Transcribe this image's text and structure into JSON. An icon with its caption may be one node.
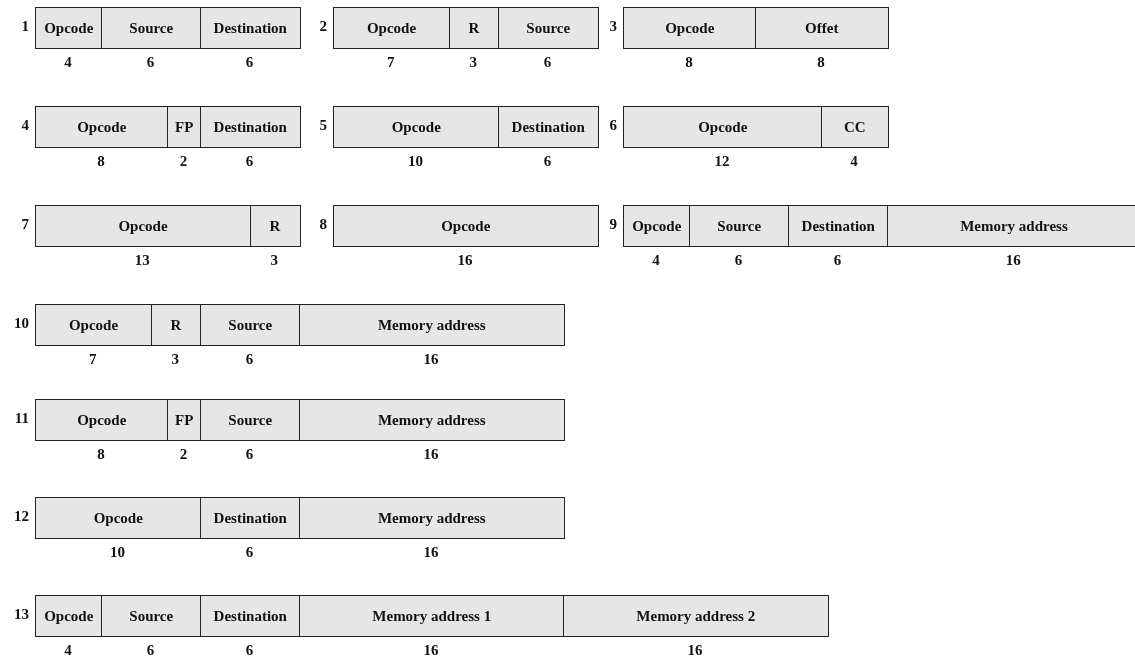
{
  "diagram": {
    "nodes": [
      {
        "text": [
          "Opcode"
        ],
        "beside": [
          "4"
        ]
      },
      {
        "text": [
          "Source"
        ],
        "beside": [
          "6"
        ]
      },
      {
        "text": [
          "Destination"
        ],
        "beside": [
          "6"
        ]
      },
      {
        "text": [
          "Opcode"
        ],
        "beside": [
          "7"
        ]
      },
      {
        "text": [
          "R"
        ],
        "beside": [
          "3"
        ]
      },
      {
        "text": [
          "Source"
        ],
        "beside": [
          "6"
        ]
      },
      {
        "text": [
          "Opcode"
        ],
        "beside": [
          "8"
        ]
      },
      {
        "text": [
          "Offet"
        ],
        "beside": [
          "8"
        ]
      },
      {
        "text": [
          "Opcode"
        ],
        "beside": [
          "8"
        ]
      },
      {
        "text": [
          "FP"
        ],
        "beside": [
          "2"
        ]
      },
      {
        "text": [
          "Destination"
        ],
        "beside": [
          "6"
        ]
      },
      {
        "text": [
          "Opcode"
        ],
        "beside": [
          "10"
        ]
      },
      {
        "text": [
          "Destination"
        ],
        "beside": [
          "6"
        ]
      },
      {
        "text": [
          "Opcode"
        ],
        "beside": [
          "12"
        ]
      },
      {
        "text": [
          "CC"
        ],
        "beside": [
          "4"
        ]
      },
      {
        "text": [
          "Opcode"
        ],
        "beside": [
          "13"
        ]
      },
      {
        "text": [
          "R"
        ],
        "beside": [
          "3"
        ]
      },
      {
        "text": [
          "Opcode"
        ],
        "beside": [
          "16"
        ]
      },
      {
        "text": [
          "Opcode"
        ],
        "beside": [
          "4"
        ]
      },
      {
        "text": [
          "Source"
        ],
        "beside": [
          "6"
        ]
      },
      {
        "text": [
          "Destination"
        ],
        "beside": [
          "6"
        ]
      },
      {
        "text": [
          "Memory address"
        ],
        "beside": [
          "16"
        ]
      },
      {
        "text": [
          "Opcode"
        ],
        "beside": [
          "7"
        ]
      },
      {
        "text": [
          "R"
        ],
        "beside": [
          "3"
        ]
      },
      {
        "text": [
          "Source"
        ],
        "beside": [
          "6"
        ]
      },
      {
        "text": [
          "Memory address"
        ],
        "beside": [
          "16"
        ]
      },
      {
        "text": [
          "Opcode"
        ],
        "beside": [
          "8"
        ]
      },
      {
        "text": [
          "FP"
        ],
        "beside": [
          "2"
        ]
      },
      {
        "text": [
          "Source"
        ],
        "beside": [
          "6"
        ]
      },
      {
        "text": [
          "Memory address"
        ],
        "beside": [
          "16"
        ]
      },
      {
        "text": [
          "Opcode"
        ],
        "beside": [
          "10"
        ]
      },
      {
        "text": [
          "Destination"
        ],
        "beside": [
          "6"
        ]
      },
      {
        "text": [
          "Memory address"
        ],
        "beside": [
          "16"
        ]
      },
      {
        "text": [
          "Opcode"
        ],
        "beside": [
          "4"
        ]
      },
      {
        "text": [
          "Source"
        ],
        "beside": [
          "6"
        ]
      },
      {
        "text": [
          "Destination"
        ],
        "beside": [
          "6"
        ]
      },
      {
        "text": [
          "Memory address 1"
        ],
        "beside": [
          "16"
        ]
      },
      {
        "text": [
          "Memory address 2"
        ],
        "beside": [
          "16"
        ]
      }
    ],
    "labels": [
      "1",
      "2",
      "3",
      "4",
      "5",
      "6",
      "7",
      "8",
      "9",
      "10",
      "11",
      "12",
      "13"
    ]
  }
}
